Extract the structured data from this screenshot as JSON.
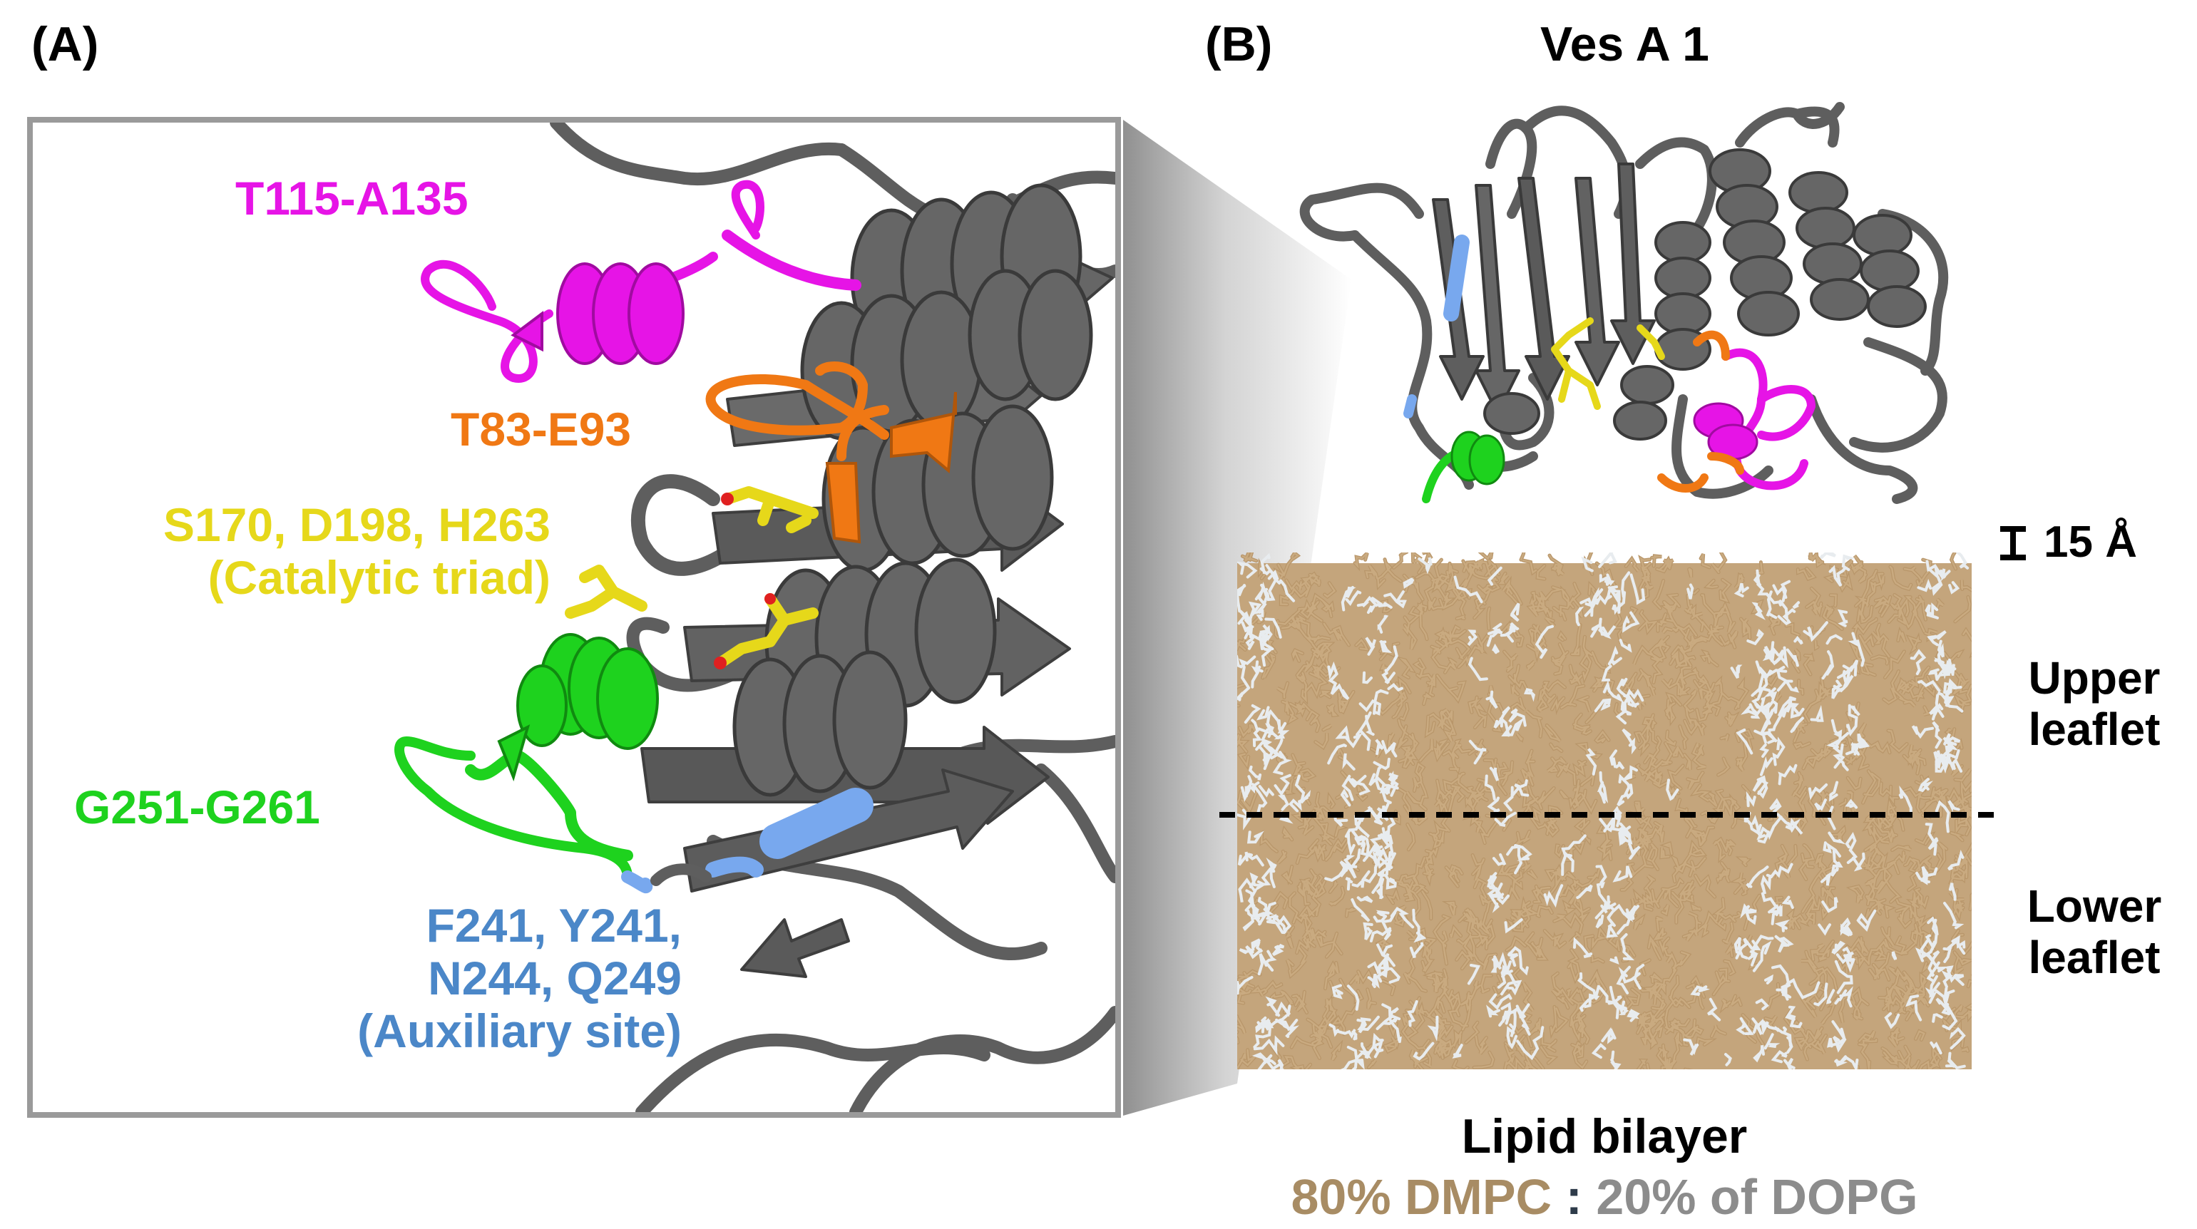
{
  "panel_a": {
    "letter": "(A)",
    "labels": {
      "t115": "T115-A135",
      "t83": "T83-E93",
      "triad_line1": "S170, D198,  H263",
      "triad_line2": "(Catalytic triad)",
      "g251": "G251-G261",
      "aux_line1": "F241,  Y241,",
      "aux_line2": "N244,  Q249",
      "aux_line3": "(Auxiliary site)"
    }
  },
  "panel_b": {
    "letter": "(B)",
    "title": "Ves A 1",
    "distance": "15 Å",
    "upper_line1": "Upper",
    "upper_line2": "leaflet",
    "lower_line1": "Lower",
    "lower_line2": "leaflet",
    "bilayer_title": "Lipid bilayer",
    "composition_a": "80% DMPC",
    "composition_sep": ":",
    "composition_b": "20% of DOPG"
  },
  "colors": {
    "magenta": "#e614e6",
    "orange": "#f07814",
    "yellow": "#e6d81a",
    "green": "#1ed21e",
    "blue": "#4b87c8",
    "blue_light": "#78a8ee",
    "protein_gray": "#5e5e5e",
    "frame_gray": "#9a9a9a",
    "lipid_tan": "#c9aa80",
    "lipid_white": "#e8ecef",
    "comp_tan": "#a88c64",
    "comp_gray": "#8c8c8c",
    "comp_sep": "#2e3b4a"
  }
}
